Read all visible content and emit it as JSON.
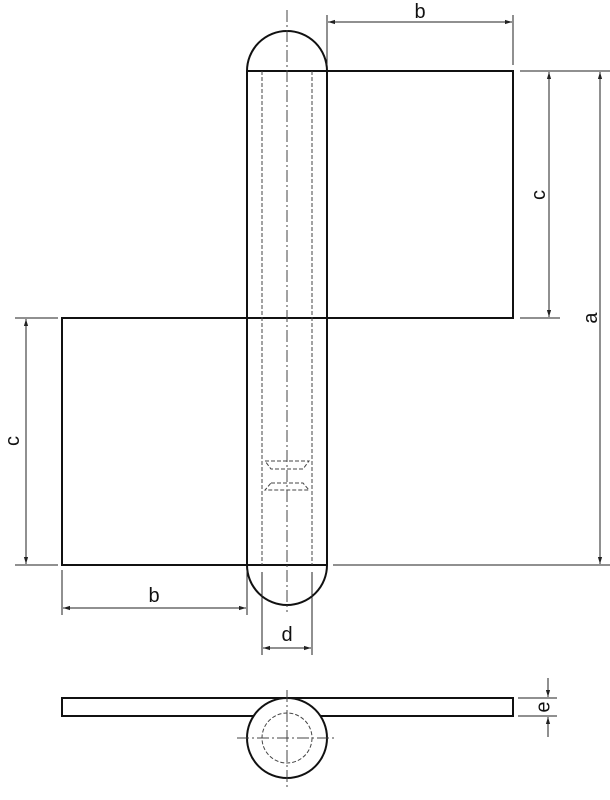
{
  "drawing": {
    "labels": {
      "a": "a",
      "b_top": "b",
      "b_bottom": "b",
      "c_right": "c",
      "c_left": "c",
      "d": "d",
      "e": "e"
    }
  }
}
